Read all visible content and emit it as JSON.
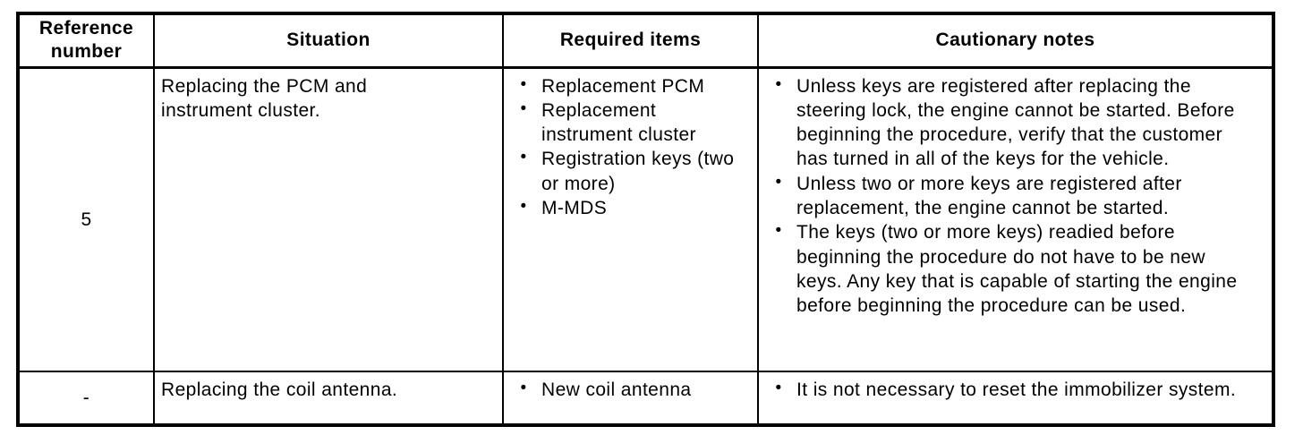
{
  "icons": {
    "bullet": "•"
  },
  "colors": {
    "border": "#000000",
    "text": "#000000",
    "background": "#ffffff"
  },
  "table": {
    "headers": [
      "Reference number",
      "Situation",
      "Required items",
      "Cautionary notes"
    ],
    "rows": [
      {
        "reference_number": "5",
        "situation": "Replacing the PCM and instrument cluster.",
        "required_items": [
          "Replacement PCM",
          "Replacement instrument cluster",
          "Registration keys (two or more)",
          "M-MDS"
        ],
        "cautionary_notes": [
          "Unless keys are registered after replacing the steering lock, the engine cannot be started. Before beginning the procedure, verify that the customer has turned in all of the keys for the vehicle.",
          "Unless two or more keys are registered after replacement, the engine cannot be started.",
          "The keys (two or more keys) readied before beginning the procedure do not have to be new keys. Any key that is capable of starting the engine before beginning the procedure can be used."
        ]
      },
      {
        "reference_number": "-",
        "situation": "Replacing the coil antenna.",
        "required_items": [
          "New coil antenna"
        ],
        "cautionary_notes": [
          "It is not necessary to reset the immobilizer system."
        ]
      }
    ]
  }
}
